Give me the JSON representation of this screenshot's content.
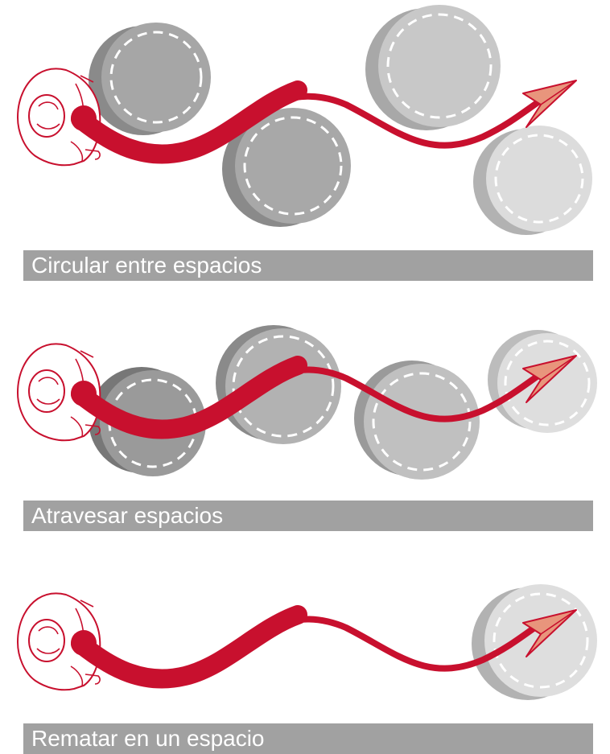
{
  "captions": {
    "circular": "Circular entre espacios",
    "atravesar": "Atravesar espacios",
    "rematar": "Rematar en un espacio"
  },
  "colors": {
    "path_red": "#c8102e",
    "arrow_fill": "#e8957c",
    "space_dark": "#9c9c9c",
    "space_mid": "#bcbcbc",
    "space_light": "#dcdcdc",
    "shadow": "#8a8a8a",
    "caption_bg": "#a1a1a1",
    "caption_text": "#ffffff"
  },
  "icons": [
    "person-topview-icon",
    "arrowhead-icon"
  ]
}
